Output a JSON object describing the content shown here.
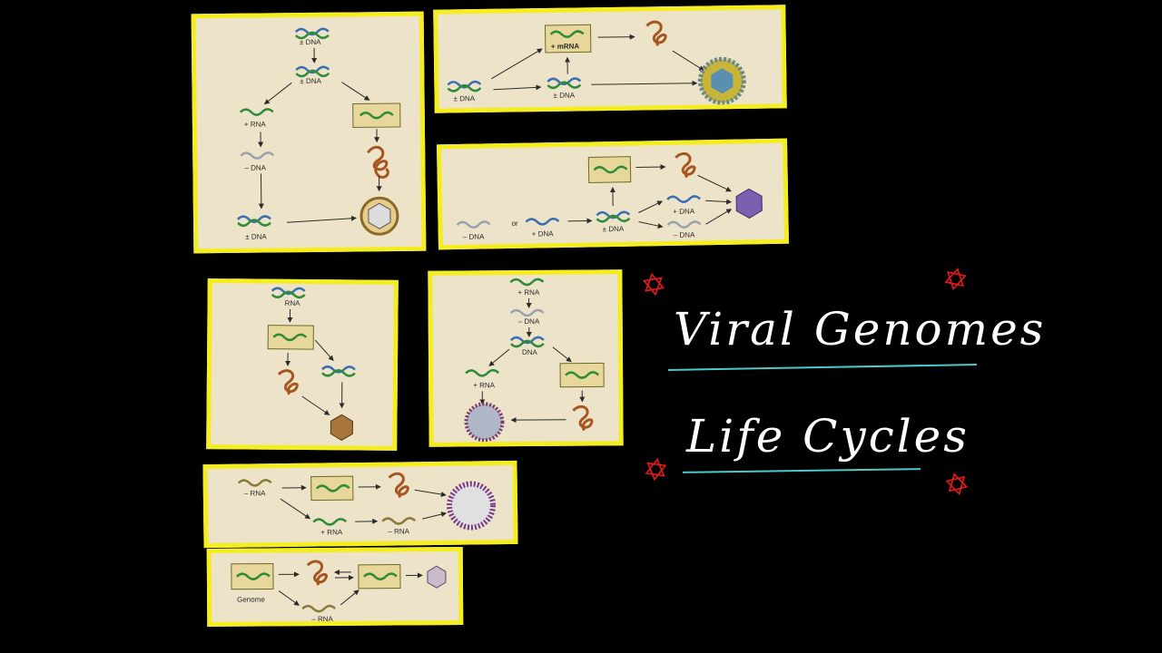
{
  "title": {
    "line1": "Viral Genomes",
    "line2": "Life Cycles"
  },
  "star_glyph": "✡",
  "colors": {
    "panel_border": "#f4ee21",
    "panel_bg": "#ece3c9",
    "underline": "#4ec9c9",
    "star": "#e21a1a",
    "background": "#000000"
  },
  "panels": {
    "p1": {
      "top": "± DNA",
      "mid": "± DNA",
      "left_rna": "+ RNA",
      "minus_dna": "– DNA",
      "bottom": "± DNA"
    },
    "p2": {
      "mrna": "+ mRNA",
      "left": "± DNA",
      "mid": "± DNA"
    },
    "p3": {
      "minus": "– DNA",
      "or": "or",
      "plus": "+ DNA",
      "mid": "± DNA",
      "plus_out": "+ DNA",
      "minus_out": "– DNA"
    },
    "p4": {
      "top": "RNA"
    },
    "p5": {
      "plus_rna": "+ RNA",
      "minus_dna": "– DNA",
      "dna": "DNA",
      "plus_rna2": "+ RNA"
    },
    "p6": {
      "minus_rna": "– RNA",
      "plus_rna": "+ RNA",
      "minus_rna2": "– RNA"
    },
    "p7": {
      "genome": "Genome",
      "minus_rna": "– RNA"
    }
  }
}
